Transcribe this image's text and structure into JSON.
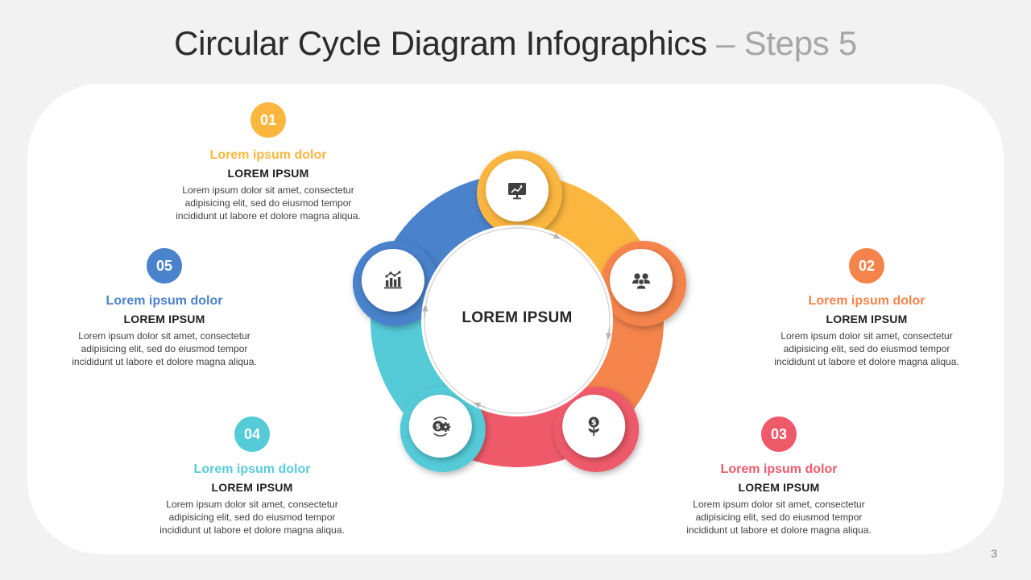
{
  "title": {
    "main": "Circular Cycle Diagram Infographics",
    "separator": " – ",
    "sub": "Steps 5"
  },
  "center_label": "LOREM IPSUM",
  "page_number": "3",
  "colors": {
    "yellow": "#fbb640",
    "orange": "#f5844c",
    "red": "#ef5a6b",
    "teal": "#55cbd8",
    "blue": "#4a82cb",
    "icon": "#404040"
  },
  "steps": [
    {
      "number": "01",
      "heading": "Lorem ipsum dolor",
      "subheading": "LOREM IPSUM",
      "body": [
        "Lorem ipsum dolor sit amet, consectetur",
        "adipisicing elit, sed do eiusmod tempor",
        "incididunt ut labore et dolore magna aliqua."
      ],
      "icon": "presentation-chart-icon"
    },
    {
      "number": "02",
      "heading": "Lorem ipsum dolor",
      "subheading": "LOREM IPSUM",
      "body": [
        "Lorem ipsum dolor sit amet, consectetur",
        "adipisicing elit, sed do eiusmod tempor",
        "incididunt ut labore et dolore magna aliqua."
      ],
      "icon": "team-icon"
    },
    {
      "number": "03",
      "heading": "Lorem ipsum dolor",
      "subheading": "LOREM IPSUM",
      "body": [
        "Lorem ipsum dolor sit amet, consectetur",
        "adipisicing elit, sed do eiusmod tempor",
        "incididunt ut labore et dolore magna aliqua."
      ],
      "icon": "money-plant-icon"
    },
    {
      "number": "04",
      "heading": "Lorem ipsum dolor",
      "subheading": "LOREM IPSUM",
      "body": [
        "Lorem ipsum dolor sit amet, consectetur",
        "adipisicing elit, sed do eiusmod tempor",
        "incididunt ut labore et dolore magna aliqua."
      ],
      "icon": "money-gear-icon"
    },
    {
      "number": "05",
      "heading": "Lorem ipsum dolor",
      "subheading": "LOREM IPSUM",
      "body": [
        "Lorem ipsum dolor sit amet, consectetur",
        "adipisicing elit, sed do eiusmod tempor",
        "incididunt ut labore et dolore magna aliqua."
      ],
      "icon": "bar-chart-icon"
    }
  ]
}
